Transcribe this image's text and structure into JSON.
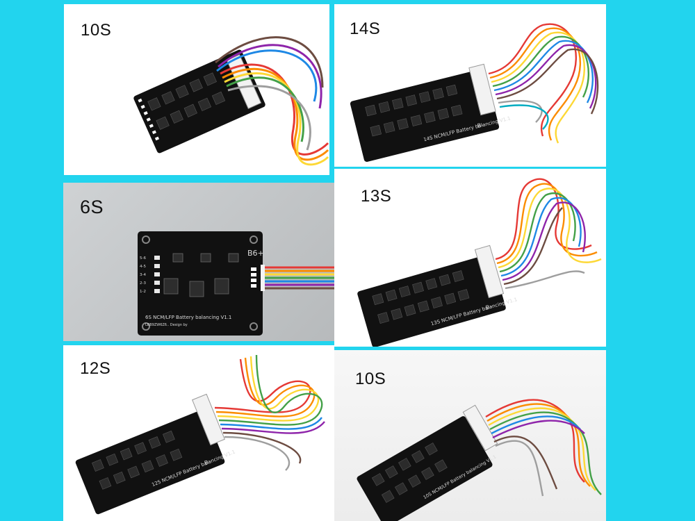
{
  "colors": {
    "background": "#22d4ee",
    "board": "#111111",
    "wires": [
      "#e53935",
      "#fb8c00",
      "#fdd835",
      "#43a047",
      "#1e88e5",
      "#8e24aa",
      "#6d4c41",
      "#9e9e9e",
      "#ffffff",
      "#00acc1"
    ]
  },
  "panels": [
    {
      "label": "10S"
    },
    {
      "label": "14S",
      "silkscreen": "14S NCM/LFP Battery balancing V1.1",
      "terminal": "B-"
    },
    {
      "label": "6S",
      "silkscreen": "6S NCM/LFP Battery balancing V1.1",
      "silk_sub": "LBB9ZW6Z6.. Design by",
      "terminal": "B6+",
      "pins": [
        "5-6",
        "4-5",
        "3-4",
        "2-3",
        "1-2"
      ]
    },
    {
      "label": "13S",
      "silkscreen": "13S NCM/LFP Battery balancing V1.1",
      "terminal": "B-"
    },
    {
      "label": "12S",
      "silkscreen": "12S NCM/LFP Battery balancing V1.1",
      "terminal": "B-"
    },
    {
      "label": "10S",
      "silkscreen": "10S NCM/LFP Battery balancing V1.1"
    }
  ]
}
